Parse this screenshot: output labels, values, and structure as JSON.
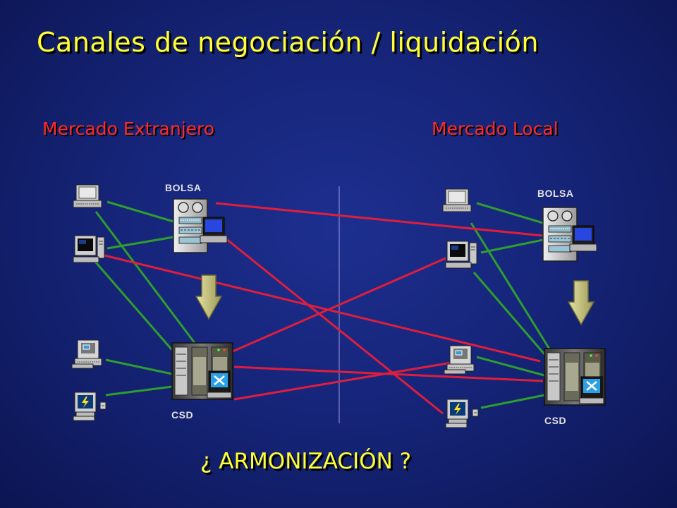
{
  "title": "Canales de negociación / liquidación",
  "markets": {
    "foreign": {
      "label": "Mercado Extranjero",
      "exchange_label": "BOLSA",
      "csd_label": "CSD"
    },
    "local": {
      "label": "Mercado Local",
      "exchange_label": "BOLSA",
      "csd_label": "CSD"
    }
  },
  "question": "¿ ARMONIZACIÓN ?",
  "colors": {
    "title": "#ffff33",
    "heading": "#ff2a2a",
    "link_domestic": "#2e9e2e",
    "link_cross": "#e01e3c",
    "flow_arrow": "#c8c47a"
  },
  "icons": [
    "laptop-icon",
    "desktop-icon",
    "terminal-icon",
    "workstation-icon",
    "exchange-server-icon",
    "csd-mainframe-icon",
    "down-arrow-icon"
  ]
}
